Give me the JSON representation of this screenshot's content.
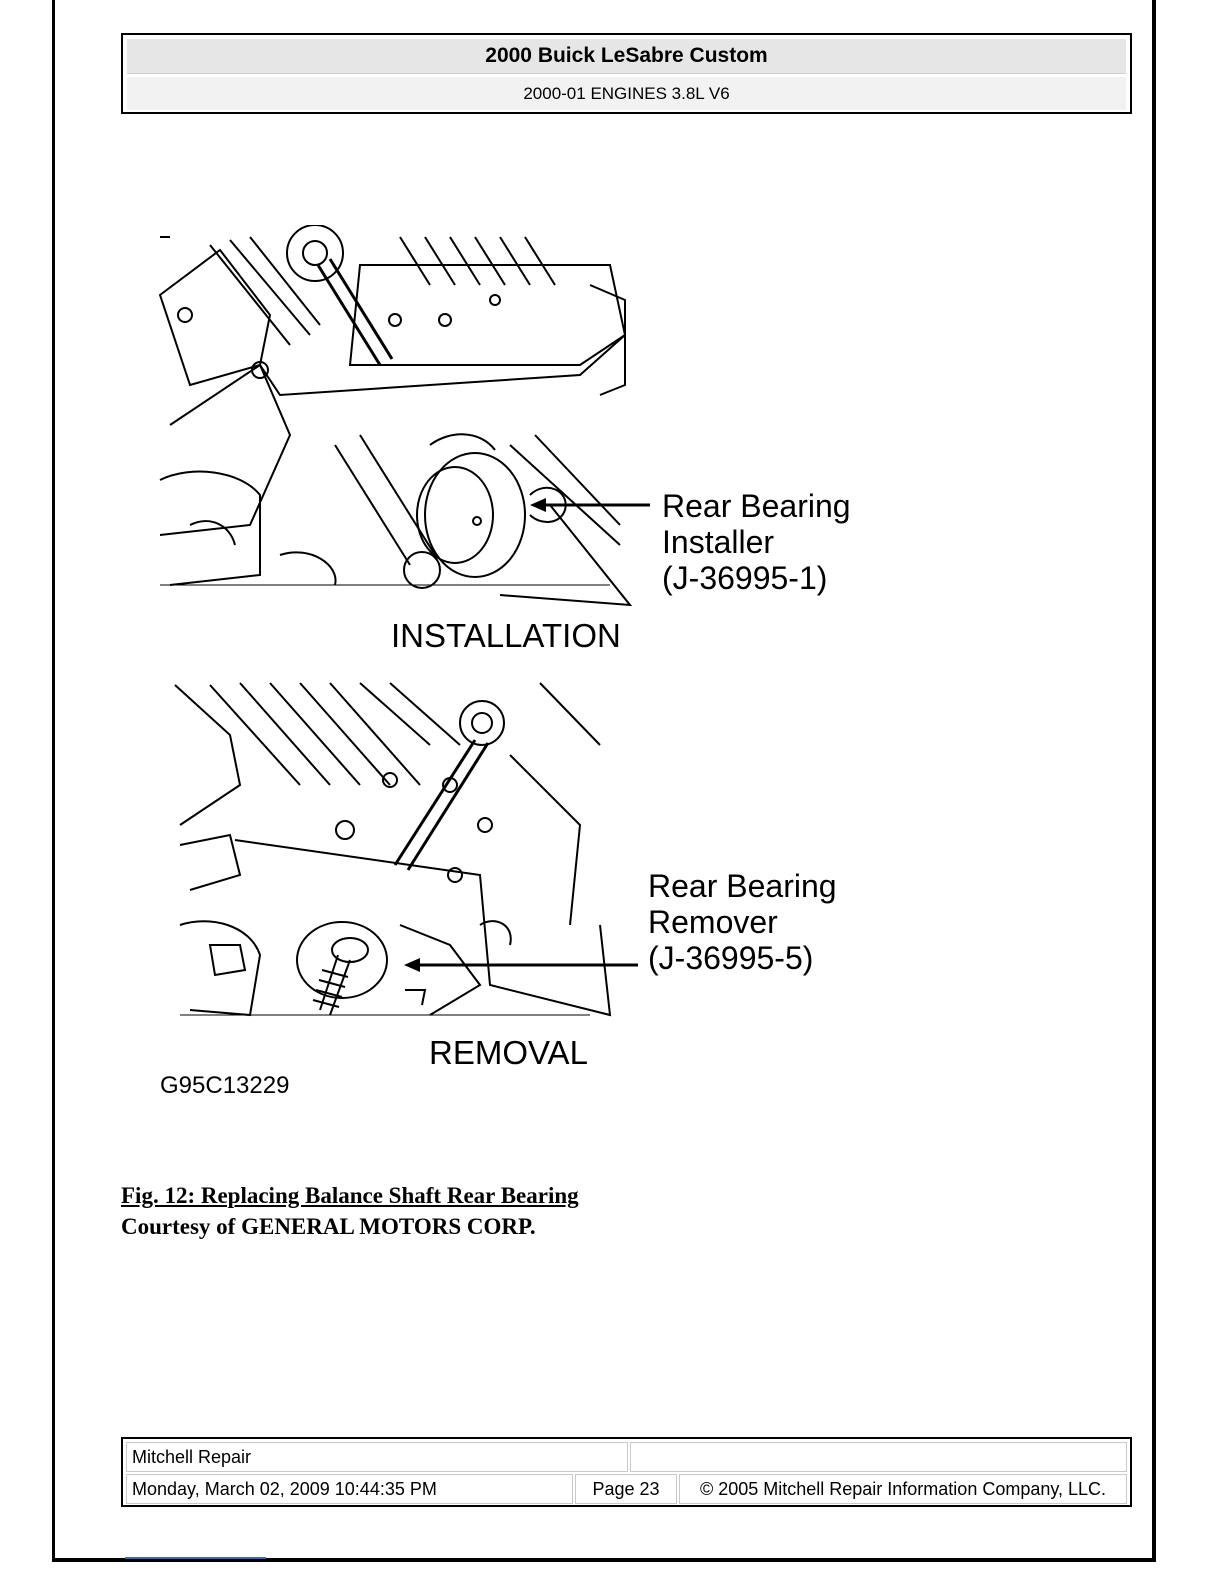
{
  "header": {
    "title": "2000 Buick LeSabre Custom",
    "subtitle": "2000-01 ENGINES 3.8L V6"
  },
  "figure": {
    "installation": {
      "label": "INSTALLATION",
      "callout": [
        "Rear Bearing",
        "Installer",
        "(J-36995-1)"
      ]
    },
    "removal": {
      "label": "REMOVAL",
      "callout": [
        "Rear Bearing",
        "Remover",
        "(J-36995-5)"
      ]
    },
    "code": "G95C13229"
  },
  "caption": {
    "title": "Fig. 12: Replacing Balance Shaft Rear Bearing",
    "credit": "Courtesy of GENERAL MOTORS CORP."
  },
  "footer": {
    "brand": "Mitchell Repair",
    "date": "Monday, March 02, 2009 10:44:35 PM",
    "page": "Page 23",
    "copyright": "© 2005 Mitchell Repair Information Company, LLC."
  }
}
